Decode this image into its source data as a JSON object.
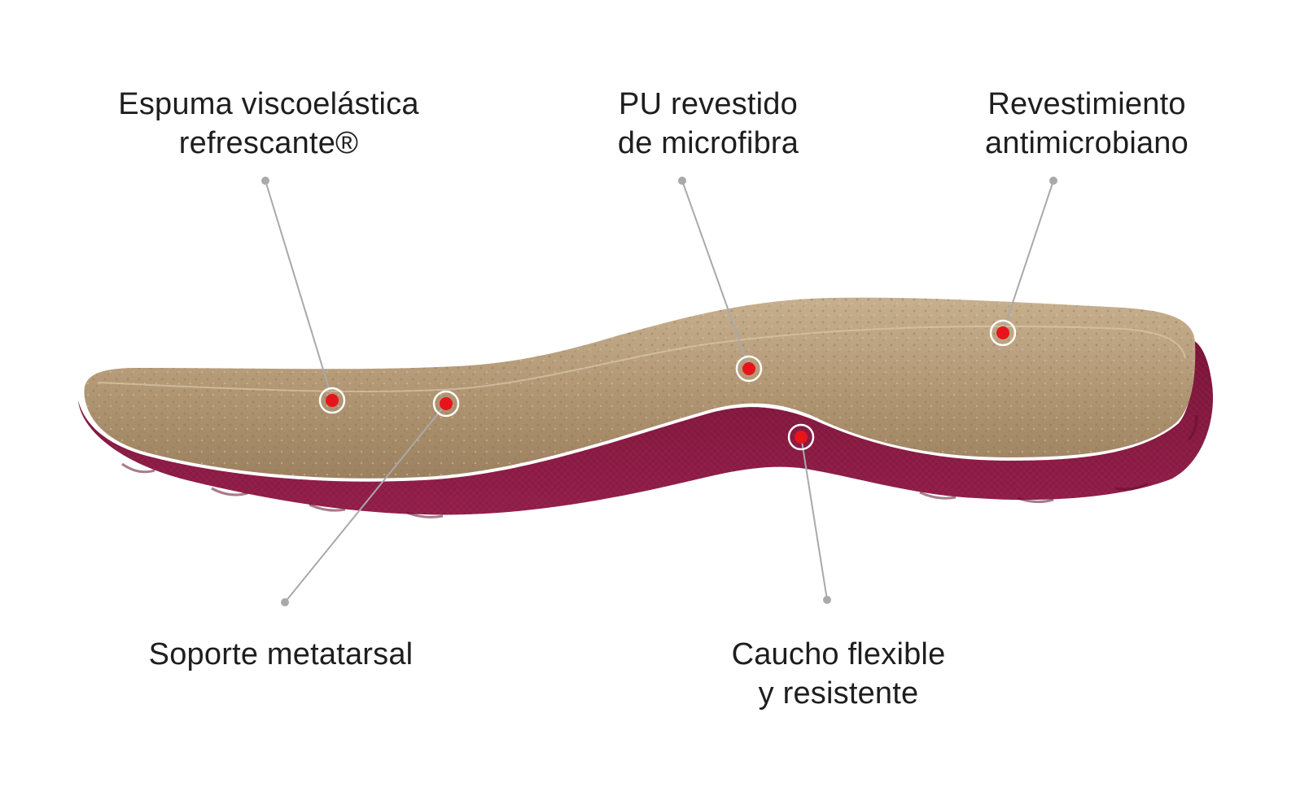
{
  "colors": {
    "background": "#ffffff",
    "text": "#1e1e1e",
    "leader_line": "#a9a9a9",
    "marker_red": "#e8141c",
    "insole_tan": "#b39a79",
    "outsole_burgundy": "#8a1f45"
  },
  "callouts": [
    {
      "id": "foam",
      "lines": [
        "Espuma viscoelástica",
        "refrescante®"
      ]
    },
    {
      "id": "pu",
      "lines": [
        "PU revestido",
        "de microfibra"
      ]
    },
    {
      "id": "anti",
      "lines": [
        "Revestimiento",
        "antimicrobiano"
      ]
    },
    {
      "id": "meta",
      "lines": [
        "Soporte metatarsal"
      ]
    },
    {
      "id": "rubber",
      "lines": [
        "Caucho flexible",
        "y resistente"
      ]
    }
  ]
}
